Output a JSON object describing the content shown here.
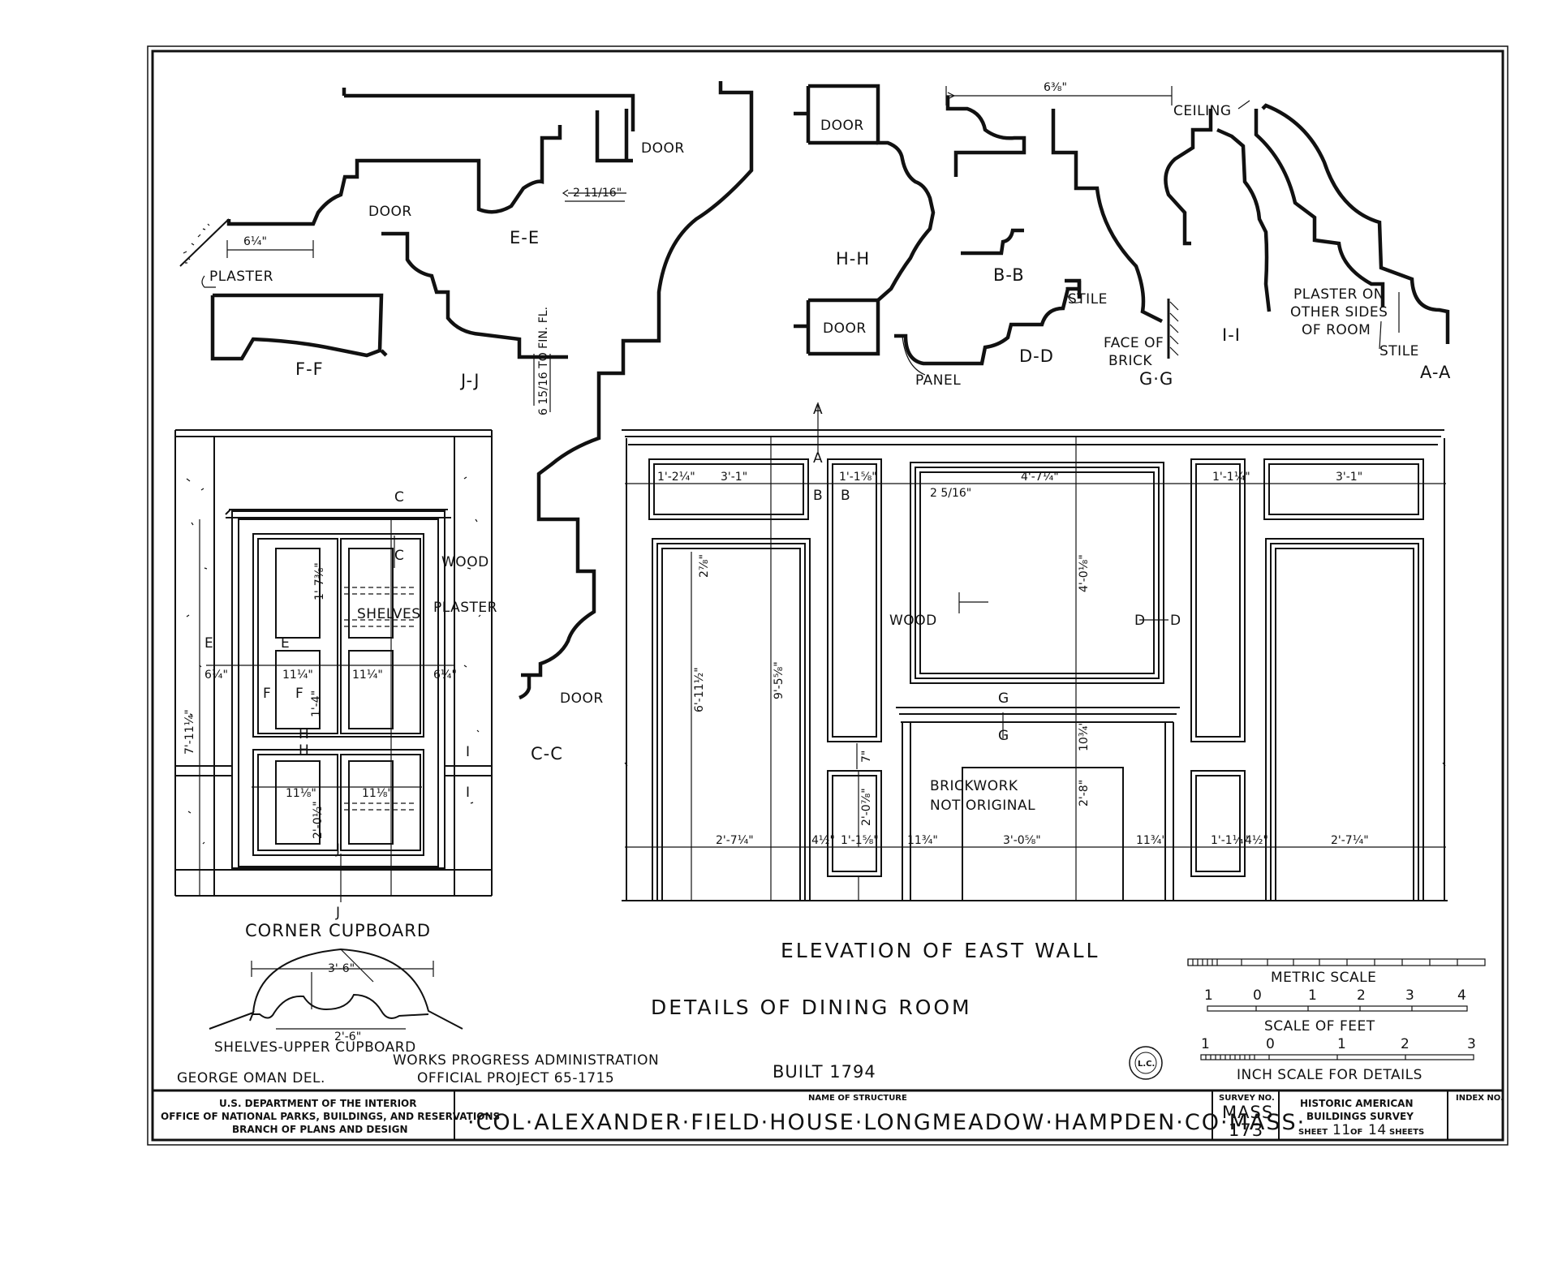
{
  "drawing": {
    "sections": {
      "ee": "E-E",
      "ff": "F-F",
      "jj": "J-J",
      "hh": "H-H",
      "bb": "B-B",
      "dd": "D-D",
      "gg": "G·G",
      "ii": "I-I",
      "aa": "A-A",
      "cc": "C-C"
    },
    "labels": {
      "door1": "DOOR",
      "door2": "DOOR",
      "door3": "DOOR",
      "door4": "DOOR",
      "door5": "DOOR",
      "plaster": "PLASTER",
      "stile1": "STILE",
      "stile2": "STILE",
      "ceiling": "CEILING",
      "panel": "PANEL",
      "face_of_brick_1": "FACE OF",
      "face_of_brick_2": "BRICK",
      "plaster_other_1": "PLASTER ON",
      "plaster_other_2": "OTHER SIDES",
      "plaster_other_3": "OF ROOM",
      "fin_fl": "6 15/16 TO FIN. FL.",
      "wood1": "WOOD",
      "plaster2": "PLASTER",
      "shelves": "SHELVES",
      "wood2": "WOOD",
      "brickwork_1": "BRICKWORK",
      "brickwork_2": "NOT ORIGINAL"
    },
    "dims": {
      "d_6_1_4": "6¼\"",
      "d_2_11_16": "2 11/16\"",
      "d_6_3_8": "6⅜\"",
      "ew_3_1_a": "3'-1\"",
      "ew_1_2_1_4": "1'-2¼\"",
      "ew_1_1_5_8": "1'-1⅝\"",
      "ew_4_7_1_4": "4'-7¼\"",
      "ew_1_1_1_4": "1'-1¼\"",
      "ew_3_1_b": "3'-1\"",
      "ew_2_5_16": "2 5/16\"",
      "ew_4_0_1_8": "4'-0⅛\"",
      "ew_9_5_8": "9'-5⅝\"",
      "ew_6_11_1_2": "6'-11½\"",
      "ew_2_8": "2'-8\"",
      "ew_2_0_7_8": "2'-0⅞\"",
      "ew_2_7_1_4_a": "2'-7¼\"",
      "ew_1_1_5_8_b": "1'-1⅝\"",
      "ew_11_3_4_a": "11¾\"",
      "ew_3_0_5_8": "3'-0⅝\"",
      "ew_11_3_4_b": "11¾\"",
      "ew_1_1_4": "1'-1¼\"",
      "ew_2_7_1_4_b": "2'-7¼\"",
      "ew_4_1_2_a": "4½\"",
      "ew_4_1_2_b": "4½\"",
      "ew_10_3_4": "10¾\"",
      "ew_7": "7\"",
      "ew_2_7_8": "2⅞\"",
      "cc_7_11_1_4": "7'-11¼\"",
      "cc_1_7_3_8": "1'-7⅜\"",
      "cc_11_1_4_a": "11¼\"",
      "cc_11_1_4_b": "11¼\"",
      "cc_1_4": "1'-4\"",
      "cc_2_0_1_2": "2'-0½\"",
      "cc_11_1_8_a": "11⅛\"",
      "cc_11_1_8_b": "11⅛\"",
      "cc_6_1_4_a": "6¼\"",
      "cc_6_1_4_b": "6¼\"",
      "sh_3_6": "3'-6\"",
      "sh_2_6": "2'-6\""
    },
    "letters": {
      "a": "A",
      "a2": "A",
      "b": "B",
      "b2": "B",
      "c": "C",
      "c2": "C",
      "d": "D",
      "d2": "D",
      "e": "E",
      "e2": "E",
      "f": "F",
      "f2": "F",
      "g": "G",
      "g2": "G",
      "h": "H",
      "h2": "H",
      "i": "I",
      "i2": "I",
      "j": "J",
      "j2": "J"
    },
    "captions": {
      "corner_cupboard": "CORNER CUPBOARD",
      "shelves_upper": "SHELVES-UPPER CUPBOARD",
      "elevation": "ELEVATION OF EAST WALL",
      "details": "DETAILS OF DINING ROOM",
      "built": "BUILT 1794",
      "delineator": "GEORGE OMAN DEL.",
      "wpa_1": "WORKS PROGRESS ADMINISTRATION",
      "wpa_2": "OFFICIAL PROJECT 65-1715",
      "stamp": "L.C."
    },
    "scales": {
      "metric_title": "METRIC SCALE",
      "metric_ticks": [
        "1",
        "0",
        "1",
        "2",
        "3",
        "4"
      ],
      "feet_title": "SCALE OF FEET",
      "feet_ticks": [
        "1",
        "0",
        "1",
        "2",
        "3"
      ],
      "inch_title": "INCH SCALE FOR DETAILS"
    }
  },
  "title_block": {
    "dept_1": "U.S. DEPARTMENT OF THE INTERIOR",
    "dept_2": "OFFICE OF NATIONAL PARKS, BUILDINGS, AND RESERVATIONS",
    "dept_3": "BRANCH OF PLANS AND DESIGN",
    "structure_header": "NAME OF STRUCTURE",
    "structure_name": "·COL·ALEXANDER·FIELD·HOUSE·LONGMEADOW·HAMPDEN·CO·MASS·",
    "survey_header": "SURVEY NO.",
    "survey_1": "MASS",
    "survey_2": "173",
    "habs_1": "HISTORIC AMERICAN",
    "habs_2": "BUILDINGS SURVEY",
    "sheet_prefix": "SHEET",
    "sheet_no": "11",
    "sheet_of": "OF",
    "sheet_total": "14",
    "sheet_suffix": "SHEETS",
    "index_header": "INDEX NO."
  }
}
